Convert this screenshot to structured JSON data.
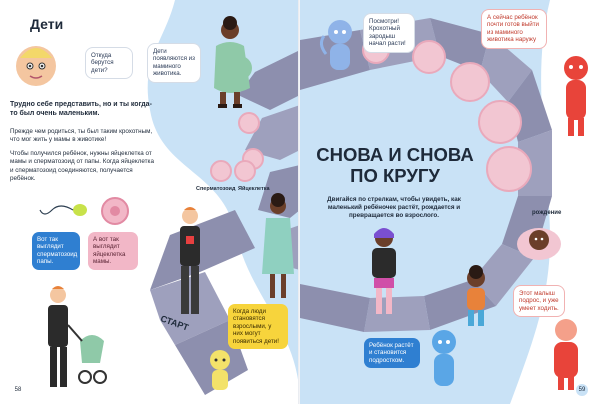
{
  "colors": {
    "accent_blue": "#2f7fd1",
    "arrow_grey": "#8d8fae",
    "bg_blue": "#c9e2f6",
    "pink": "#f2c6d2",
    "yellow": "#f7d43c",
    "title_dark": "#1e2a3a"
  },
  "left_page": {
    "heading": "Дети",
    "intro": "Трудно себе представить, но и ты когда-то был очень маленьким.",
    "para1": "Прежде чем родиться, ты был таким крохотным, что мог жить у мамы в животике!",
    "para2": "Чтобы получился ребёнок, нужны яйцеклетка от мамы и сперматозоид от папы. Когда яйцеклетка и сперматозоид соединяются, получается ребёнок.",
    "bubble_where_from": "Откуда берутся дети?",
    "bubble_belly": "Дети появляются из маминого животика.",
    "bubble_sperm_looks": "Вот так выглядит сперматозоид папы.",
    "bubble_egg_looks": "А вот так выглядит яйцеклетка мамы.",
    "label_sperm": "Сперматозоид",
    "label_egg": "Яйцеклетка",
    "start_label": "СТАРТ",
    "bubble_adults": "Когда люди становятся взрослыми, у них могут появиться дети!",
    "page_number": "58"
  },
  "right_page": {
    "title": "СНОВА И СНОВА ПО КРУГУ",
    "subtitle": "Двигайся по стрелкам, чтобы увидеть, как маленький ребёночек растёт, рождается и превращается во взрослого.",
    "bubble_look": "Посмотри! Крохотный зародыш начал расти!",
    "bubble_ready": "А сейчас ребёнок почти готов выйти из маминого животика наружу",
    "label_birth": "рождение",
    "bubble_walk": "Этот малыш подрос, и уже умеет ходить.",
    "bubble_teen": "Ребёнок растёт и становится подростком.",
    "page_number": "59"
  }
}
